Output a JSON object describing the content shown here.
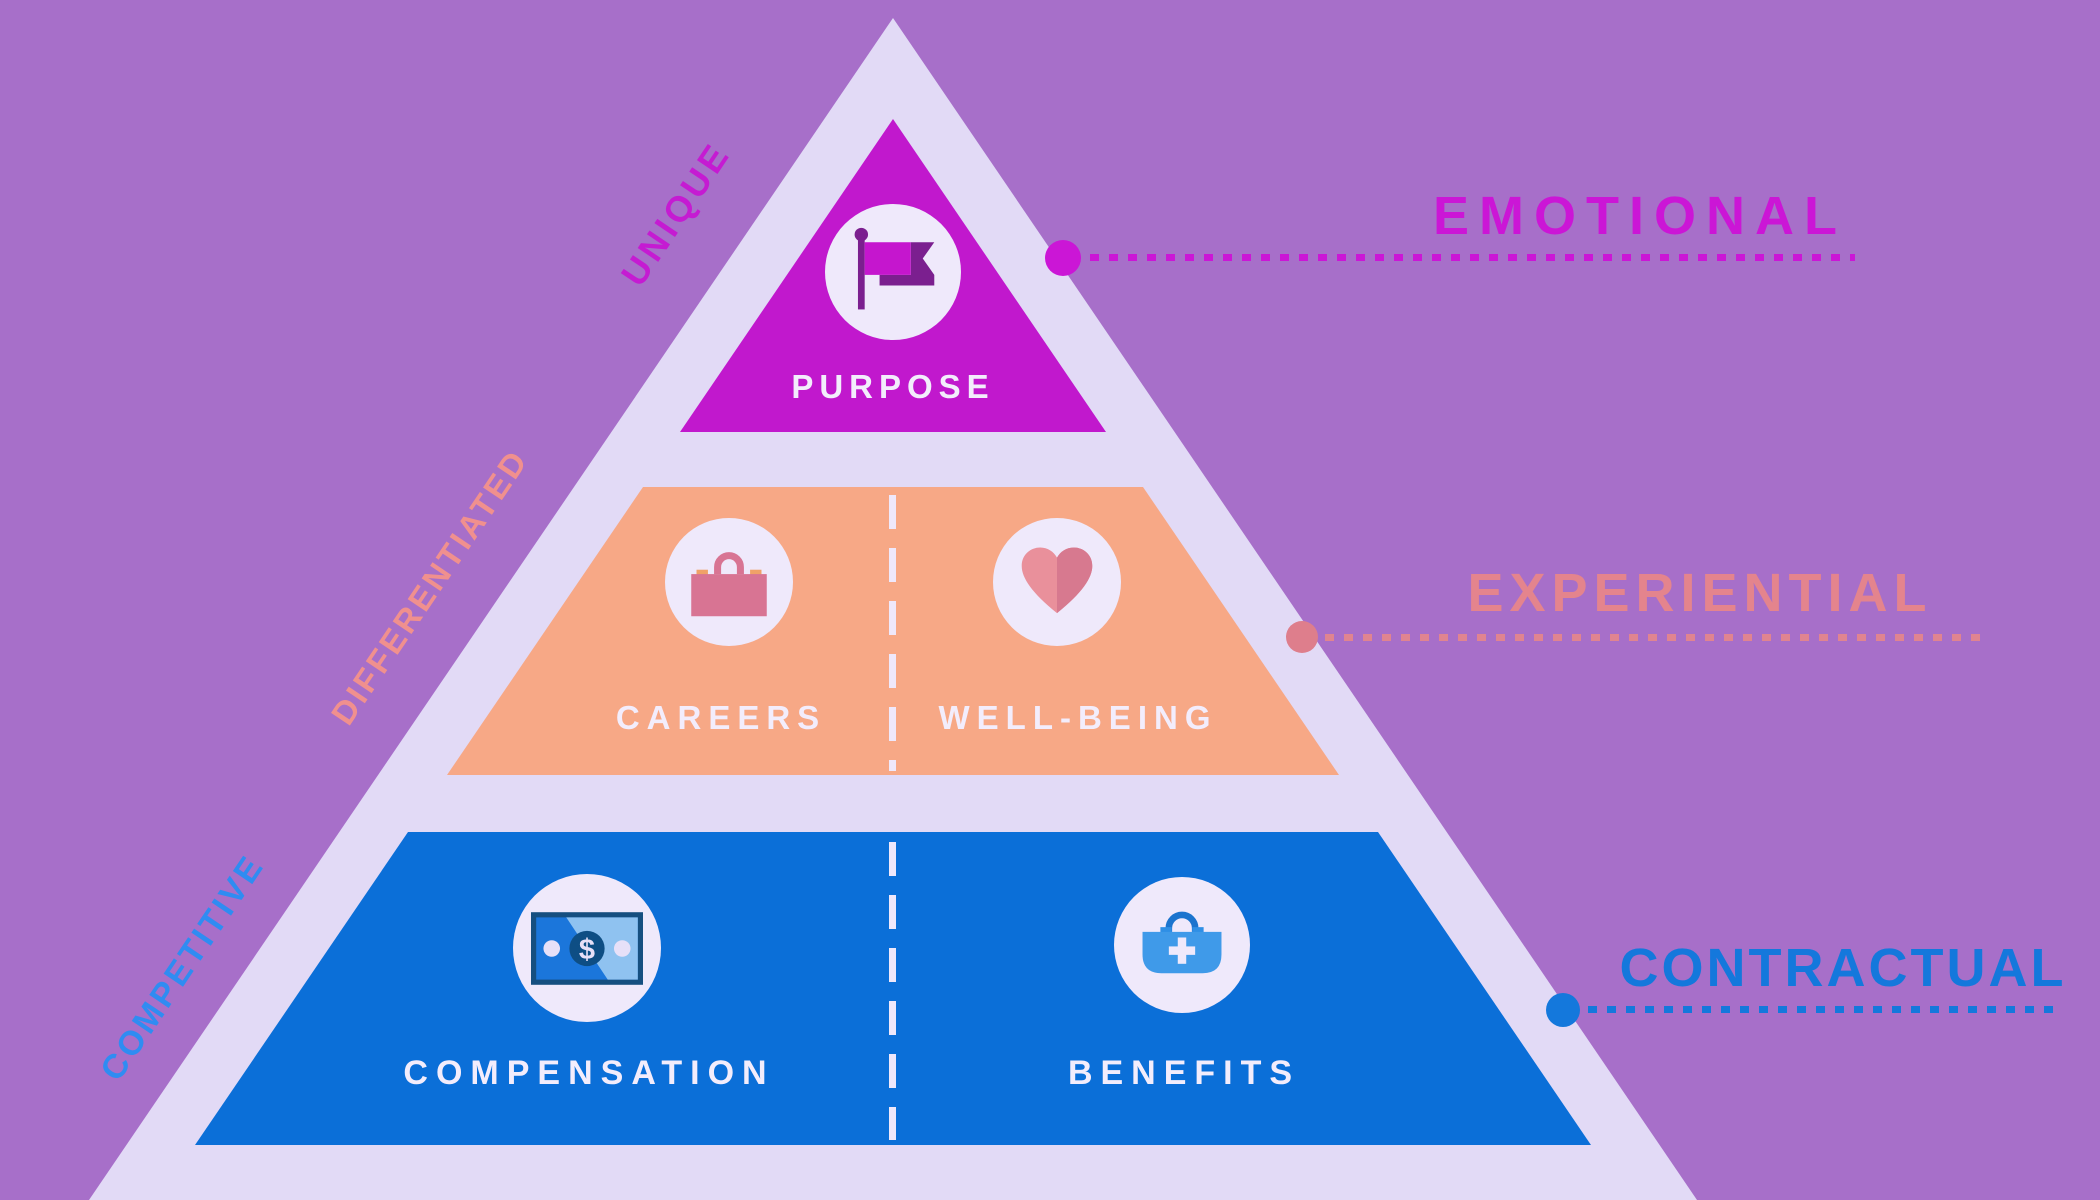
{
  "diagram": {
    "type": "pyramid",
    "subject": "employee value proposition pyramid",
    "tiers": [
      {
        "level": 1,
        "title": "PURPOSE",
        "icon": "flag-icon",
        "side_label": "UNIQUE",
        "category_label": "EMOTIONAL",
        "tier_color": "#C118CD",
        "category_color": "#CB16D6",
        "side_label_color": "#C51BD2"
      },
      {
        "level": 2,
        "cells": [
          {
            "title": "CAREERS",
            "icon": "briefcase-icon"
          },
          {
            "title": "WELL-BEING",
            "icon": "heart-icon"
          }
        ],
        "side_label": "DIFFERENTIATED",
        "category_label": "EXPERIENTIAL",
        "tier_color": "#F7A886",
        "category_color": "#E4848D",
        "side_label_color": "#F0908E"
      },
      {
        "level": 3,
        "cells": [
          {
            "title": "COMPENSATION",
            "icon": "money-icon"
          },
          {
            "title": "BENEFITS",
            "icon": "medical-bag-icon"
          }
        ],
        "side_label": "COMPETITIVE",
        "category_label": "CONTRACTUAL",
        "tier_color": "#0B6FD8",
        "category_color": "#1478DC",
        "side_label_color": "#2F8CF2"
      }
    ],
    "icons": {
      "dollar_symbol": "$"
    },
    "colors": {
      "background": "#A76FC9",
      "pyramid_outline": "#E2DAF6",
      "tier_text": "#F3EDFC",
      "icon_circle": "#EFE9FB"
    }
  }
}
